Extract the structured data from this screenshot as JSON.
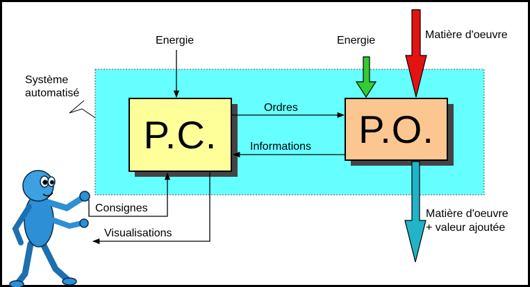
{
  "diagram": {
    "system_label_line1": "Système",
    "system_label_line2": "automatisé",
    "pc_label": "P.C.",
    "po_label": "P.O.",
    "energy_pc": "Energie",
    "energy_po": "Energie",
    "matter_in": "Matière d'oeuvre",
    "matter_out_line1": "Matière d'oeuvre",
    "matter_out_line2": "+ valeur ajoutée",
    "orders": "Ordres",
    "informations": "Informations",
    "consignes": "Consignes",
    "visualisations": "Visualisations"
  },
  "colors": {
    "system_zone": "#66ffff",
    "pc_box": "#ffff99",
    "po_box": "#fbc690",
    "energy_arrow_po": "#33cc33",
    "matter_in_arrow": "#e51212",
    "matter_out_arrow": "#22b3c9"
  }
}
